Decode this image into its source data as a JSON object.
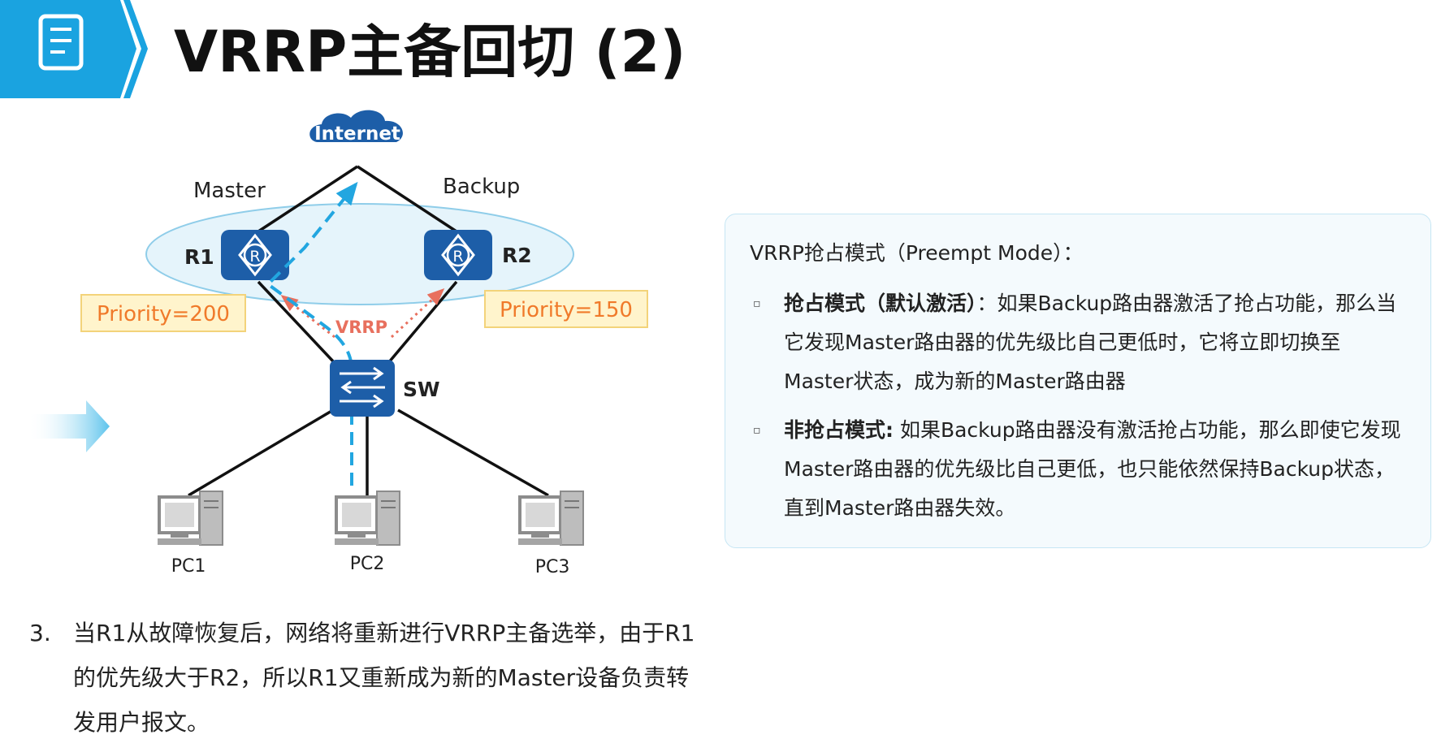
{
  "header": {
    "title": "VRRP主备回切 (2)",
    "icon": "document-icon",
    "accent_color": "#1aa3e0"
  },
  "diagram": {
    "cloud_label": "Internet",
    "master_role": "Master",
    "backup_role": "Backup",
    "r1_label": "R1",
    "r2_label": "R2",
    "r1_priority": "Priority=200",
    "r2_priority": "Priority=150",
    "vrrp_label": "VRRP",
    "switch_label": "SW",
    "pcs": [
      "PC1",
      "PC2",
      "PC3"
    ],
    "colors": {
      "device_blue": "#1d5ea8",
      "traffic_blue": "#22a6e0",
      "vrrp_red": "#e8705e",
      "priority_bg": "#fff4cc",
      "priority_border": "#f3d37a",
      "priority_text": "#f07a2a",
      "group_fill": "#e5f4fb",
      "group_stroke": "#8fcde9"
    }
  },
  "panel": {
    "heading": "VRRP抢占模式（Preempt Mode）：",
    "items": [
      {
        "bold": "抢占模式（默认激活）",
        "text": "：如果Backup路由器激活了抢占功能，那么当它发现Master路由器的优先级比自己更低时，它将立即切换至Master状态，成为新的Master路由器"
      },
      {
        "bold": "非抢占模式:",
        "text": " 如果Backup路由器没有激活抢占功能，那么即使它发现Master路由器的优先级比自己更低，也只能依然保持Backup状态，直到Master路由器失效。"
      }
    ]
  },
  "note": {
    "number": "3.",
    "text": "当R1从故障恢复后，网络将重新进行VRRP主备选举，由于R1的优先级大于R2，所以R1又重新成为新的Master设备负责转发用户报文。"
  }
}
